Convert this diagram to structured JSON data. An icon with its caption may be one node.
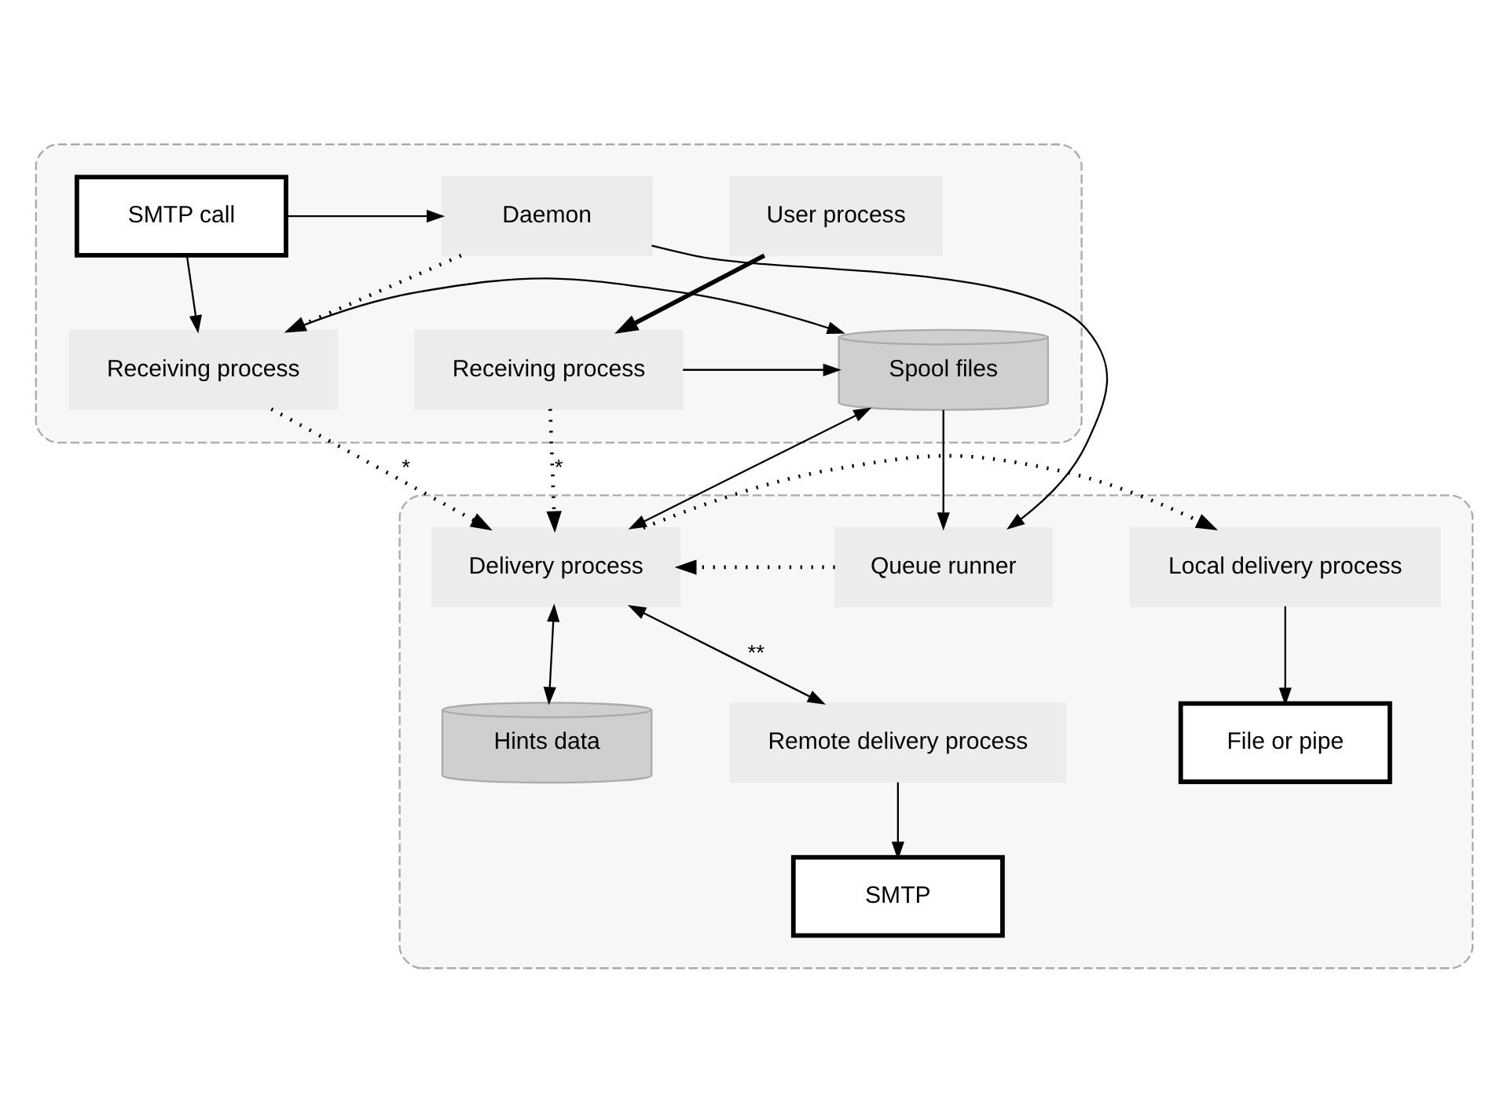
{
  "diagram": {
    "nodes": [
      {
        "text": [],
        "shape": "box"
      },
      {
        "text": [
          "Daemon"
        ],
        "in": 0
      },
      {
        "text": [
          "SMTP call"
        ],
        "in": 0
      },
      {
        "text": [
          "User process"
        ],
        "in": 0
      },
      {
        "text": [
          "Receiving process"
        ],
        "in": 0
      },
      {
        "text": [
          "Spool files"
        ],
        "in": 0
      },
      {
        "text": [
          "Receiving process"
        ],
        "in": 0
      },
      {
        "text": [],
        "shape": "box"
      },
      {
        "text": [
          "Delivery process"
        ],
        "in": 7
      },
      {
        "text": [
          "Queue runner"
        ],
        "in": 7
      },
      {
        "text": [
          "Local delivery process"
        ],
        "in": 7
      },
      {
        "text": [
          "Remote delivery process"
        ],
        "in": 7
      },
      {
        "text": [
          "Hints data"
        ],
        "in": 7
      },
      {
        "text": [
          "File or pipe"
        ],
        "in": 7
      },
      {
        "text": [
          "SMTP"
        ],
        "in": 7
      }
    ],
    "edges": [
      {
        "from": 2,
        "to": 1,
        "arrow": "to"
      },
      {
        "from": 2,
        "to": 4,
        "arrow": "to"
      },
      {
        "from": 1,
        "to": 4,
        "arrow": "to",
        "style": "dashed"
      },
      {
        "from": 1,
        "to": 9,
        "arrow": "to"
      },
      {
        "from": 3,
        "to": 6,
        "arrow": "to",
        "style": "thick"
      },
      {
        "from": 4,
        "to": 5,
        "arrow": "to"
      },
      {
        "from": 6,
        "to": 5,
        "arrow": "to"
      },
      {
        "from": 5,
        "to": 9,
        "arrow": "to"
      },
      {
        "from": 5,
        "to": 8,
        "arrow": "both"
      },
      {
        "from": 4,
        "to": 8,
        "arrow": "to",
        "style": "dashed",
        "label": "*"
      },
      {
        "from": 6,
        "to": 8,
        "arrow": "to",
        "style": "dashed",
        "label": "*"
      },
      {
        "from": 9,
        "to": 8,
        "arrow": "to",
        "style": "dashed"
      },
      {
        "from": 8,
        "to": 10,
        "arrow": "to",
        "style": "dashed"
      },
      {
        "from": 8,
        "to": 11,
        "arrow": "both",
        "label": "**"
      },
      {
        "from": 8,
        "to": 12,
        "arrow": "both"
      },
      {
        "from": 10,
        "to": 13,
        "arrow": "to"
      },
      {
        "from": 11,
        "to": 14,
        "arrow": "to"
      }
    ]
  }
}
